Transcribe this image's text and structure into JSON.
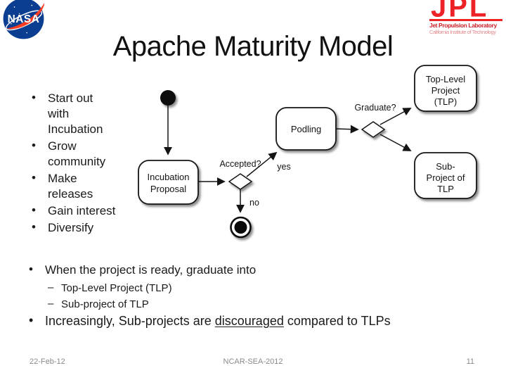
{
  "logos": {
    "nasa": {
      "text": "NASA"
    },
    "jpl": {
      "acronym": "JPL",
      "line1": "Jet Propulsion Laboratory",
      "line2": "California Institute of Technology"
    }
  },
  "title": "Apache Maturity Model",
  "markers": {
    "bullet": "•",
    "dash": "–"
  },
  "bullets": [
    {
      "lines": [
        "Start out",
        "with",
        "Incubation"
      ]
    },
    {
      "lines": [
        "Grow",
        "community"
      ]
    },
    {
      "lines": [
        "Make",
        "releases"
      ]
    },
    {
      "lines": [
        "Gain interest"
      ]
    },
    {
      "lines": [
        "Diversify"
      ]
    }
  ],
  "diagram": {
    "incubation_proposal": {
      "line1": "Incubation",
      "line2": "Proposal"
    },
    "accepted_label": "Accepted?",
    "yes_label": "yes",
    "no_label": "no",
    "podling_label": "Podling",
    "graduate_label": "Graduate?",
    "tlp": {
      "line1": "Top-Level",
      "line2": "Project",
      "line3": "(TLP)"
    },
    "sub_project": {
      "line1": "Sub-",
      "line2": "Project of",
      "line3": "TLP"
    }
  },
  "graduate_section": {
    "lead": "When the project is ready, graduate into",
    "sub_items": [
      "Top-Level Project (TLP)",
      "Sub-project of TLP"
    ]
  },
  "closing": {
    "prefix": "Increasingly, Sub-projects are ",
    "underlined": "discouraged",
    "suffix": " compared to TLPs"
  },
  "footer": {
    "date": "22-Feb-12",
    "event": "NCAR-SEA-2012",
    "page": "11"
  },
  "colors": {
    "nasa_blue": "#0b3d91",
    "nasa_red": "#fc3d21",
    "jpl_red": "#ec2227",
    "text": "#1a1a1a",
    "footer_gray": "#8a8a8a"
  }
}
